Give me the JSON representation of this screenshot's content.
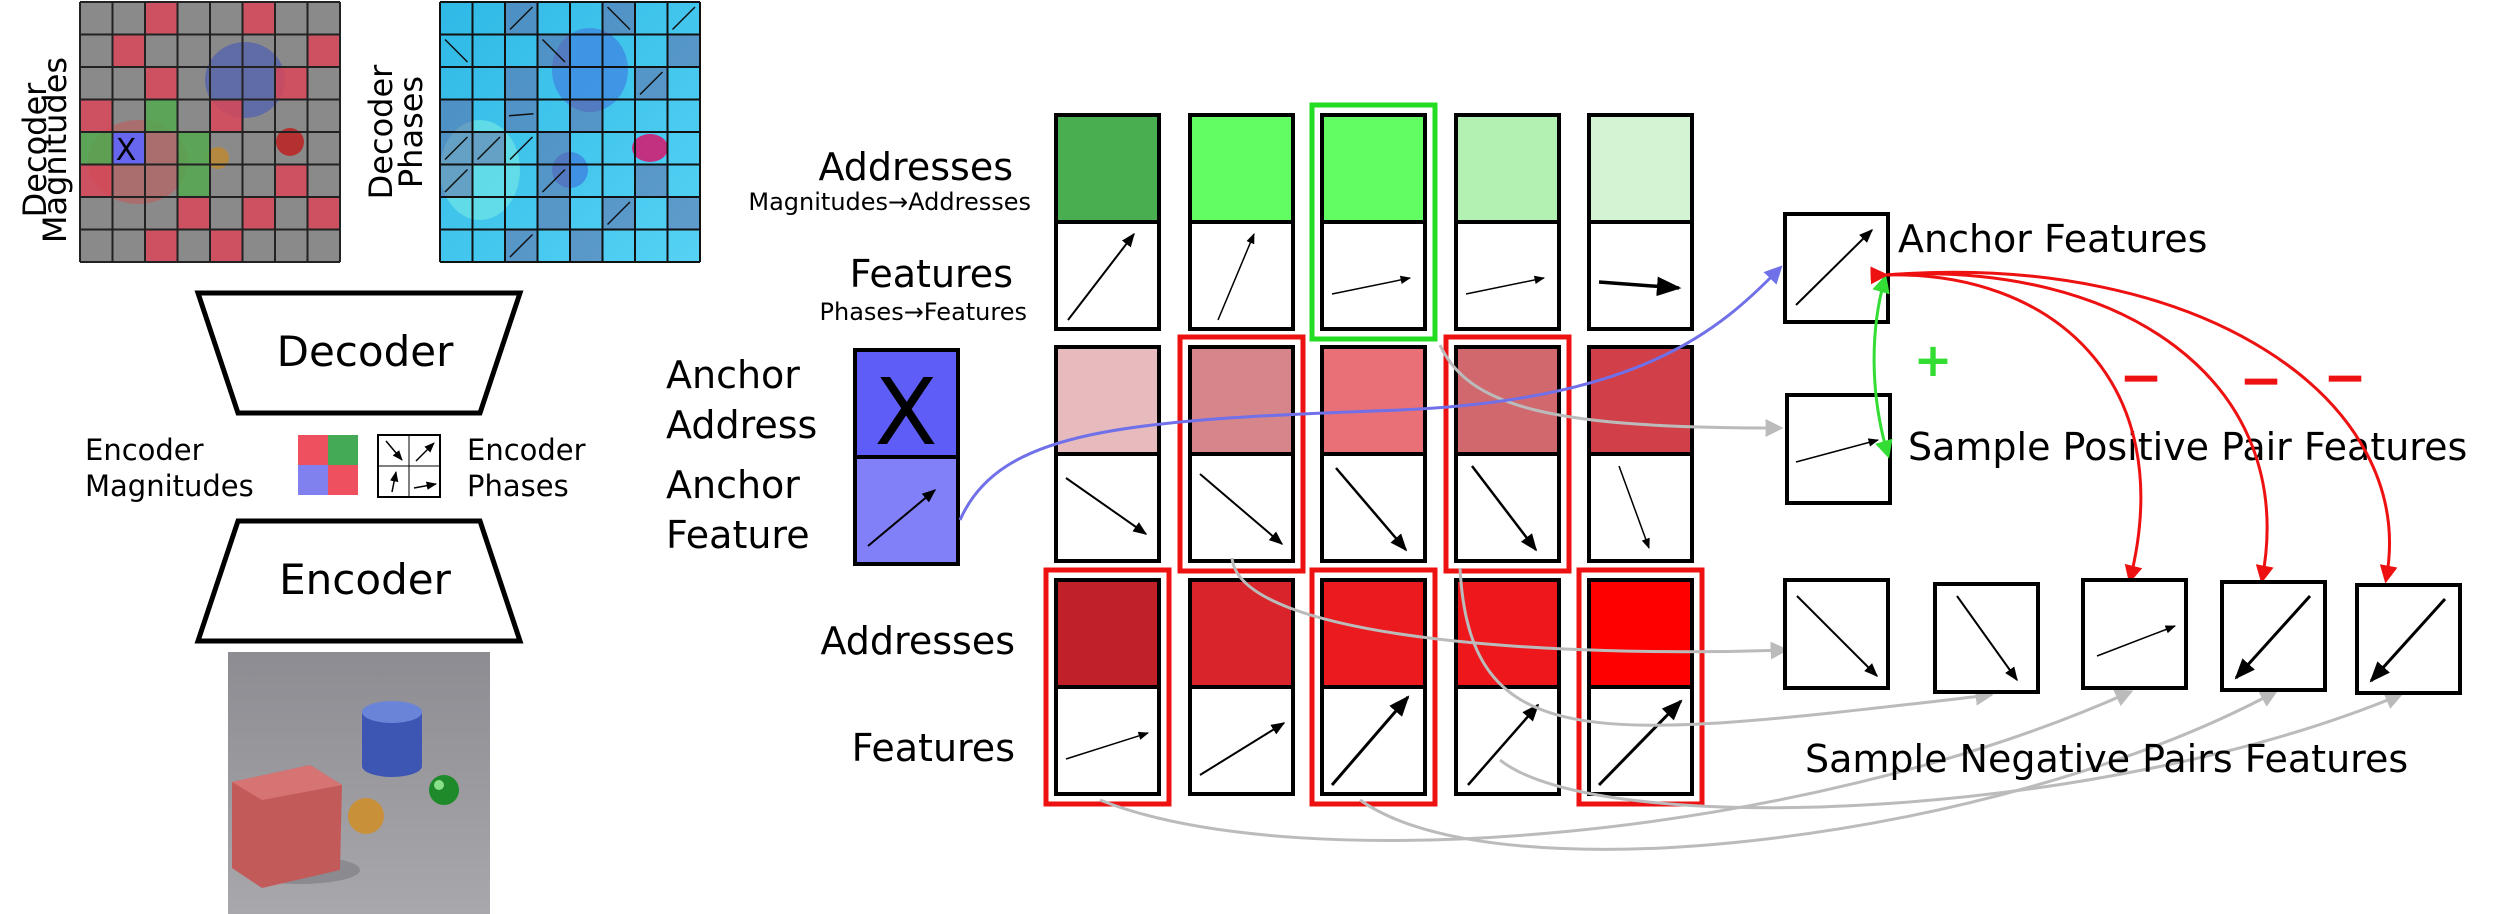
{
  "left_panel": {
    "decoder_magnitudes_line1": "Decoder",
    "decoder_magnitudes_line2": "Magnitudes",
    "decoder_phases_line1": "Decoder",
    "decoder_phases_line2": "Phases",
    "x_mark": "X",
    "decoder_label": "Decoder",
    "encoder_label": "Encoder",
    "encoder_magnitudes_line1": "Encoder",
    "encoder_magnitudes_line2": "Magnitudes",
    "encoder_phases_line1": "Encoder",
    "encoder_phases_line2": "Phases"
  },
  "grid_labels": {
    "addresses": "Addresses",
    "magnitudes_to_addresses": "Magnitudes→Addresses",
    "features": "Features",
    "phases_to_features": "Phases→Features",
    "anchor_address_line1": "Anchor",
    "anchor_address_line2": "Address",
    "anchor_feature_line1": "Anchor",
    "anchor_feature_line2": "Feature",
    "anchor_x": "X",
    "bottom_addresses": "Addresses",
    "bottom_features": "Features"
  },
  "right_panel": {
    "anchor_features": "Anchor Features",
    "positive_sign": "+",
    "sample_positive": "Sample Positive Pair Features",
    "negative_sign": "−",
    "sample_negative": "Sample Negative Pairs Features"
  },
  "colors": {
    "green_row": [
      "#48ae4f",
      "#62fd62",
      "#62fd62",
      "#b2f1b2",
      "#d2f4d2"
    ],
    "pink_row": [
      "#e7bbbe",
      "#d6858b",
      "#ea7077",
      "#d0686e",
      "#d14048"
    ],
    "red_row": [
      "#c02028",
      "#d8242a",
      "#ea1a1f",
      "#ed171c",
      "#fe0000"
    ],
    "anchor_address": "#5f5df7",
    "anchor_feature": "#8280f9",
    "highlight_green": "#22dd22",
    "highlight_red": "#ee1111",
    "arrow_blue": "#7070e8",
    "arrow_gray": "#bbbbbb",
    "arrow_green": "#33dd33",
    "arrow_red": "#ee1111"
  },
  "icons": [
    "decoder-trapezoid-icon",
    "encoder-trapezoid-icon",
    "vector-arrow-icon",
    "curved-arrow-icon"
  ]
}
